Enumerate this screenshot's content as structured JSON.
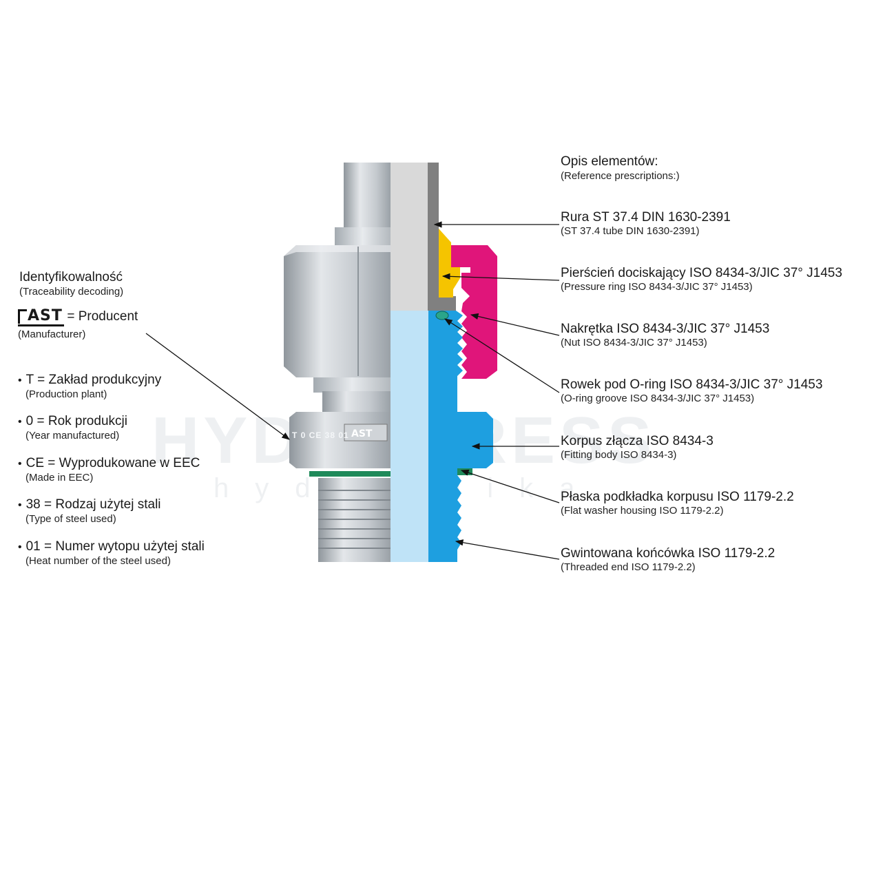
{
  "header": {
    "title": "Opis elementów:",
    "subtitle": "(Reference prescriptions:)"
  },
  "parts": [
    {
      "label": "Rura ST 37.4 DIN 1630-2391",
      "sublabel": "(ST 37.4 tube DIN 1630-2391)"
    },
    {
      "label": "Pierścień dociskający ISO 8434-3/JIC 37° J1453",
      "sublabel": "(Pressure ring ISO 8434-3/JIC 37° J1453)"
    },
    {
      "label": "Nakrętka ISO 8434-3/JIC 37° J1453",
      "sublabel": "(Nut ISO 8434-3/JIC 37° J1453)"
    },
    {
      "label": "Rowek pod O-ring ISO 8434-3/JIC 37° J1453",
      "sublabel": "(O-ring groove ISO 8434-3/JIC 37° J1453)"
    },
    {
      "label": "Korpus złącza ISO 8434-3",
      "sublabel": "(Fitting body ISO 8434-3)"
    },
    {
      "label": "Płaska podkładka korpusu ISO 1179-2.2",
      "sublabel": "(Flat washer housing ISO 1179-2.2)"
    },
    {
      "label": "Gwintowana końcówka ISO 1179-2.2",
      "sublabel": "(Threaded end ISO 1179-2.2)"
    }
  ],
  "traceability": {
    "title": "Identyfikowalność",
    "subtitle": "(Traceability decoding)",
    "logo_text": "AST",
    "producer_label": "= Producent",
    "producer_sub": "(Manufacturer)",
    "items": [
      {
        "code": "T",
        "label": "= Zakład produkcyjny",
        "sub": "(Production plant)"
      },
      {
        "code": "0",
        "label": "= Rok produkcji",
        "sub": "(Year manufactured)"
      },
      {
        "code": "CE",
        "label": "= Wyprodukowane w EEC",
        "sub": "(Made in EEC)"
      },
      {
        "code": "38",
        "label": "= Rodzaj użytej stali",
        "sub": "(Type of steel used)"
      },
      {
        "code": "01",
        "label": "= Numer wytopu użytej stali",
        "sub": "(Heat number of the steel used)"
      }
    ]
  },
  "stamp": {
    "marking": "T 0 CE 38 01",
    "logo": "AST"
  },
  "watermark": {
    "brand": "HYDROPRESS",
    "tagline": "hydraulika"
  },
  "colors": {
    "tube": "#d9d9d9",
    "tube_wall": "#808080",
    "pressure_ring": "#f5c400",
    "nut": "#e0157a",
    "body_light": "#bfe3f7",
    "body": "#1e9fe0",
    "oring": "#2aa58a",
    "washer": "#1f8a5a",
    "steel_light": "#d4d8dc",
    "steel_mid": "#aab0b6",
    "steel_dark": "#7f868c"
  }
}
